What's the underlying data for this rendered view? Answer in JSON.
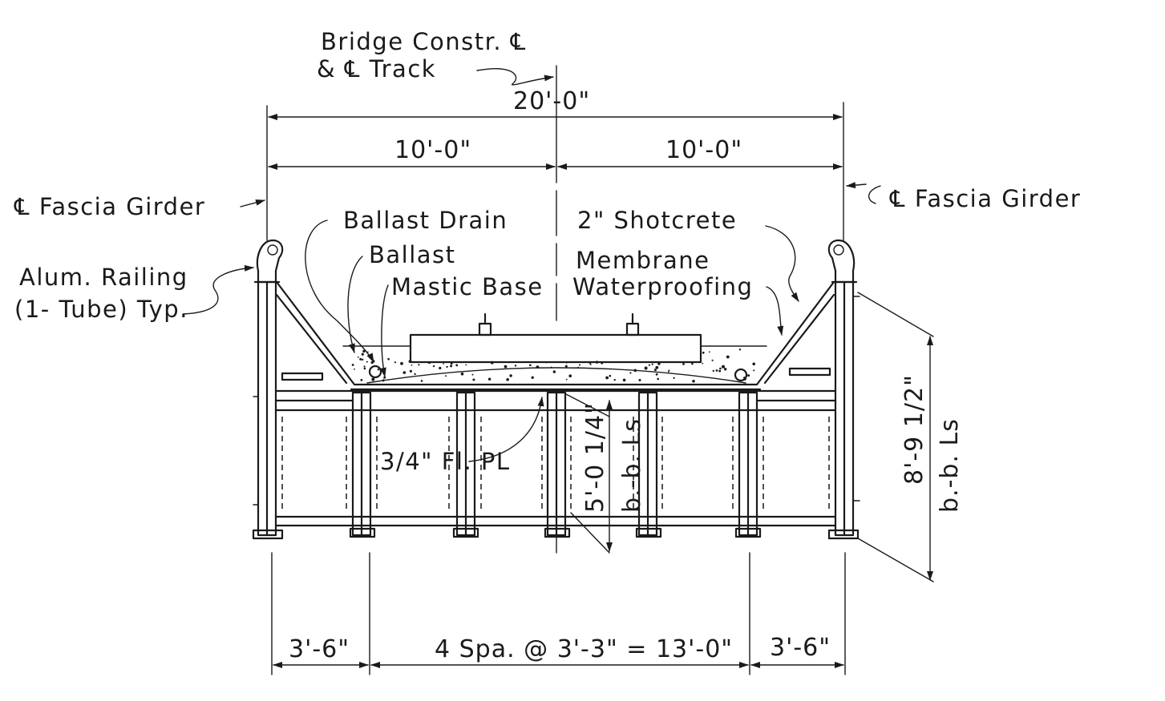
{
  "labels": {
    "bridge_centerline_1": "Bridge Constr. ℄",
    "bridge_centerline_2": "& ℄ Track",
    "left_fascia": "℄ Fascia Girder",
    "right_fascia": "℄ Fascia Girder",
    "railing_1": "Alum. Railing",
    "railing_2": "(1- Tube) Typ.",
    "ballast_drain": "Ballast Drain",
    "ballast": "Ballast",
    "mastic_base": "Mastic Base",
    "shotcrete": "2\" Shotcrete",
    "membrane": "Membrane",
    "waterproofing": "Waterproofing",
    "floor_plate": "3/4\" Fl. PL",
    "web_depth": "5'-0 1/4\"",
    "web_bb": "b.-b. Ls",
    "overall_depth": "8'-9 1/2\"",
    "overall_bb": "b.-b. Ls"
  },
  "dimensions": {
    "total_width": "20'-0\"",
    "left_half": "10'-0\"",
    "right_half": "10'-0\"",
    "left_edge": "3'-6\"",
    "spacing": "4 Spa. @ 3'-3\" = 13'-0\"",
    "right_edge": "3'-6\""
  }
}
